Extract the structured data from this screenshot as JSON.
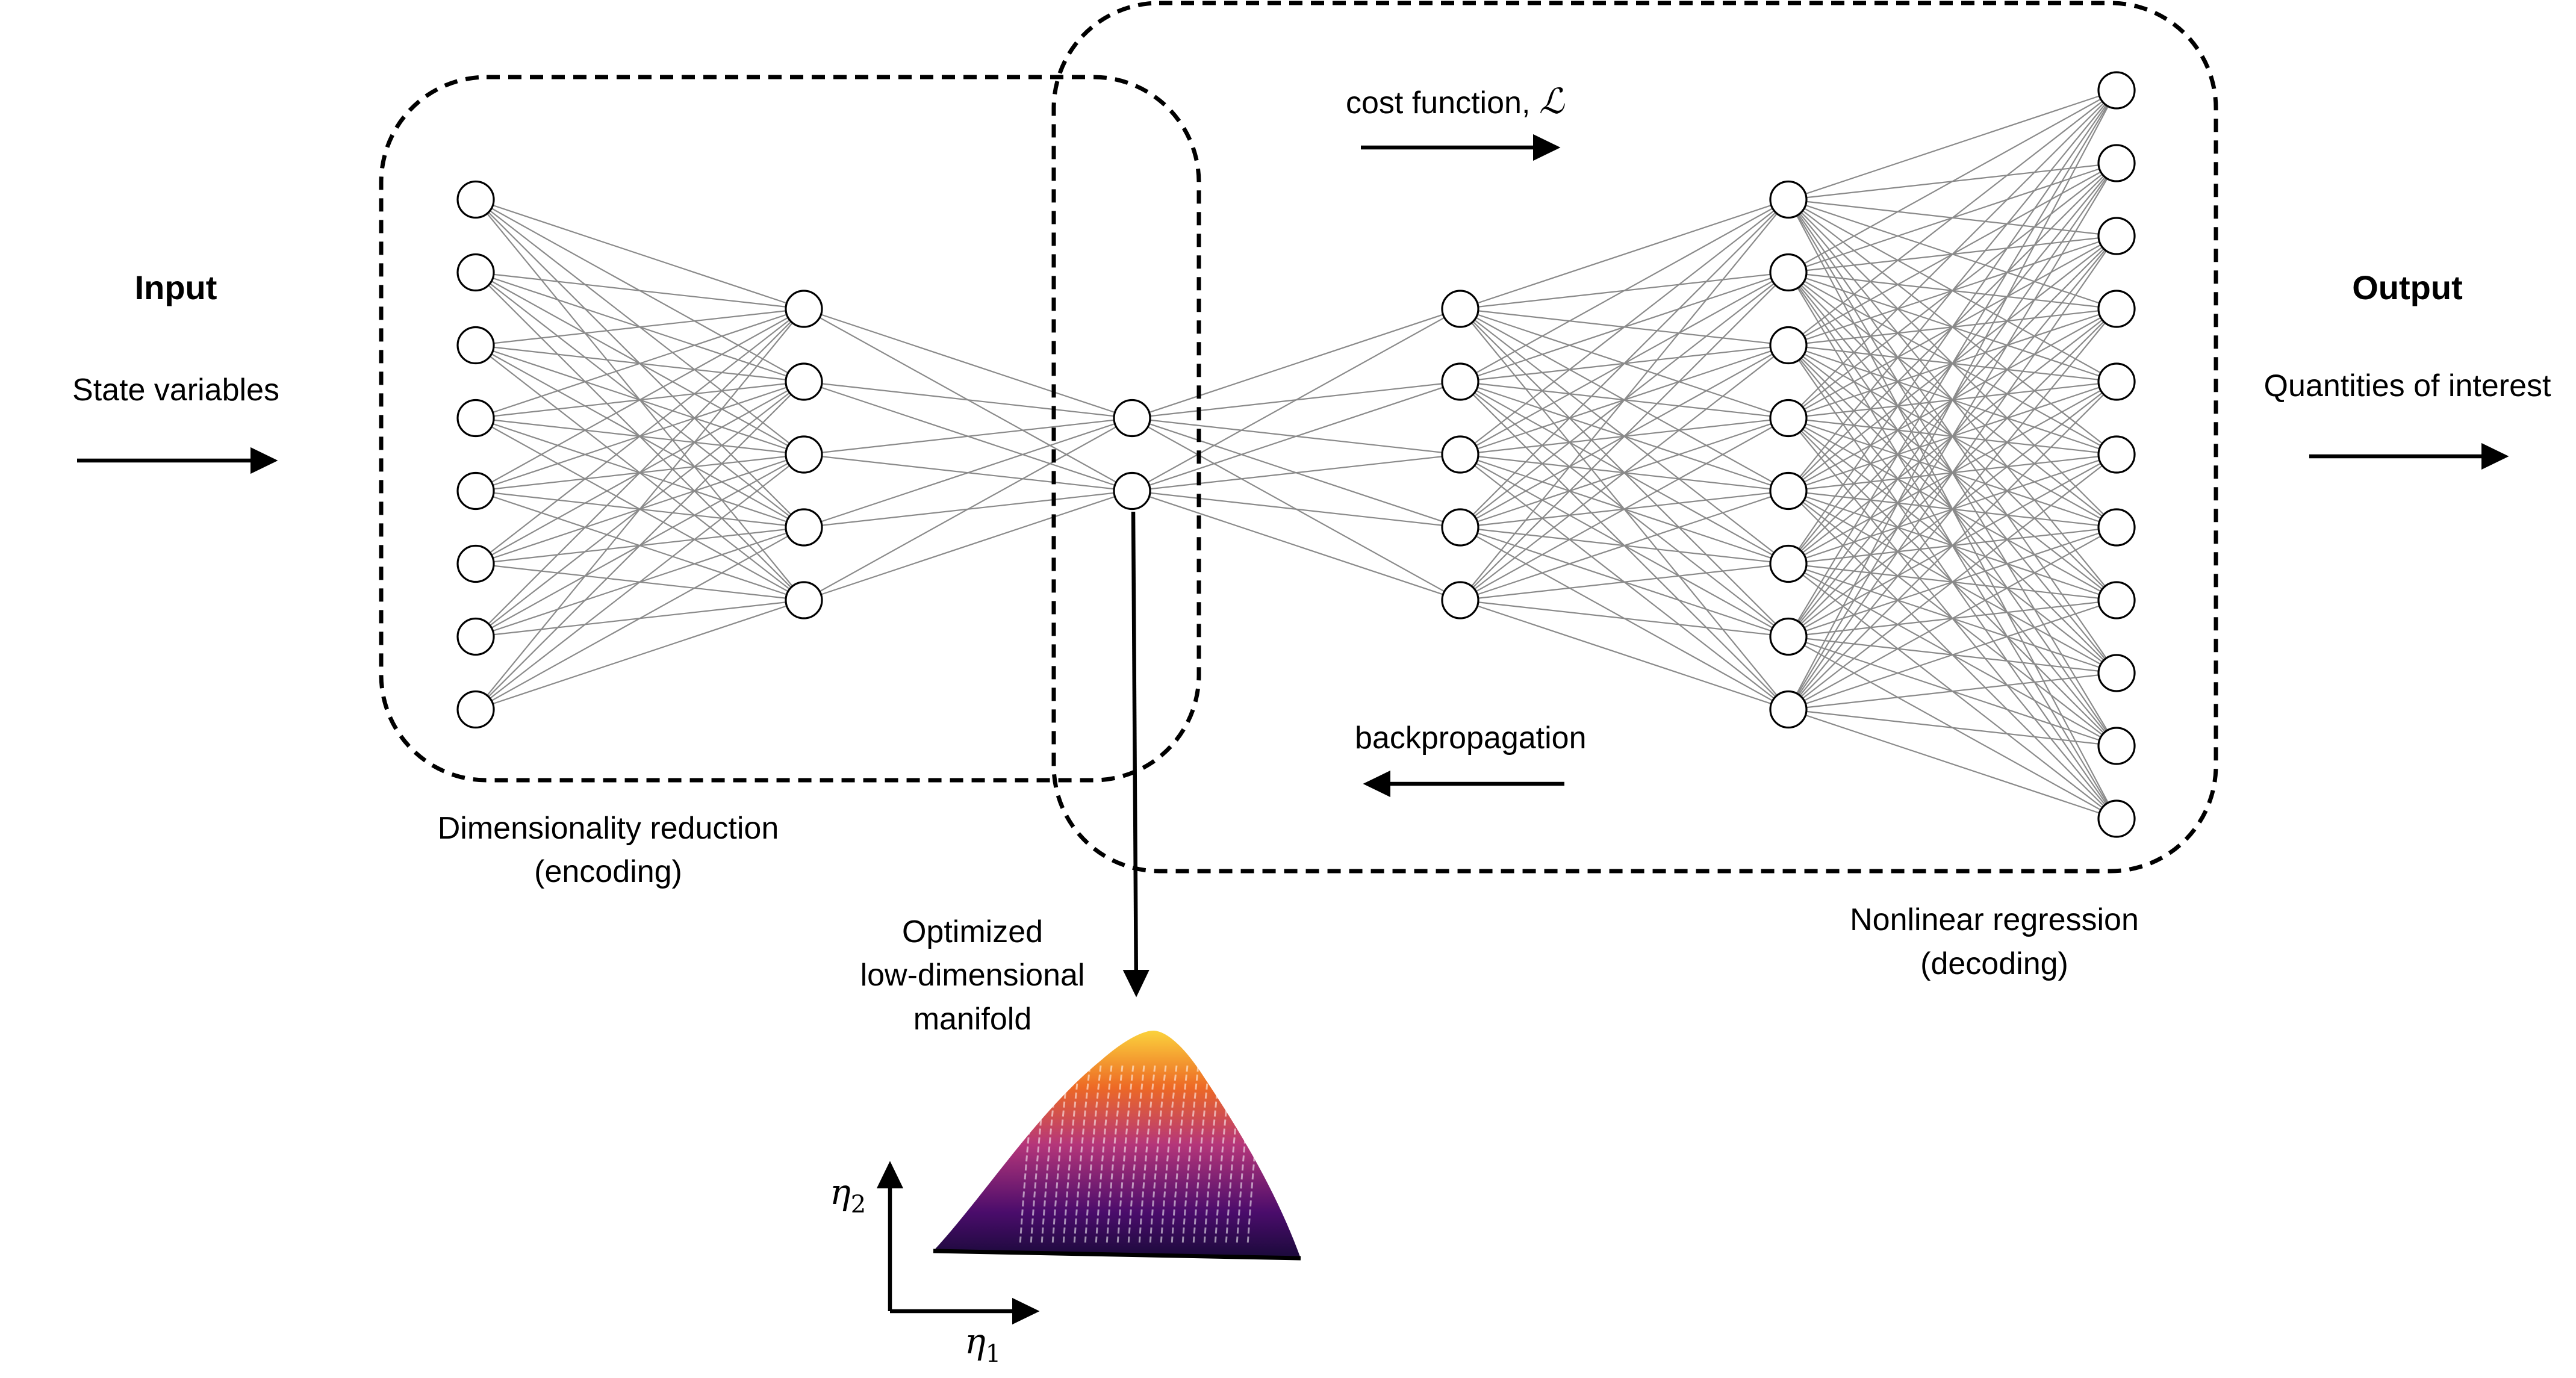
{
  "input": {
    "heading": "Input",
    "subtitle": "State variables"
  },
  "output": {
    "heading": "Output",
    "subtitle": "Quantities of interest"
  },
  "encoder": {
    "label_line1": "Dimensionality reduction",
    "label_line2": "(encoding)"
  },
  "decoder": {
    "label_line1": "Nonlinear regression",
    "label_line2": "(decoding)"
  },
  "training": {
    "cost_function_label": "cost function, ",
    "cost_symbol": "ℒ",
    "backprop_label": "backpropagation"
  },
  "manifold": {
    "label_line1": "Optimized",
    "label_line2": "low-dimensional",
    "label_line3": "manifold",
    "axis_x_symbol": "η",
    "axis_x_sub": "1",
    "axis_y_symbol": "η",
    "axis_y_sub": "2"
  },
  "network": {
    "layer_sizes": [
      8,
      5,
      2,
      5,
      8,
      11
    ]
  },
  "colors": {
    "manifold_low": "#1a0a3a",
    "manifold_mid": "#b5367a",
    "manifold_high": "#fbd23c"
  }
}
